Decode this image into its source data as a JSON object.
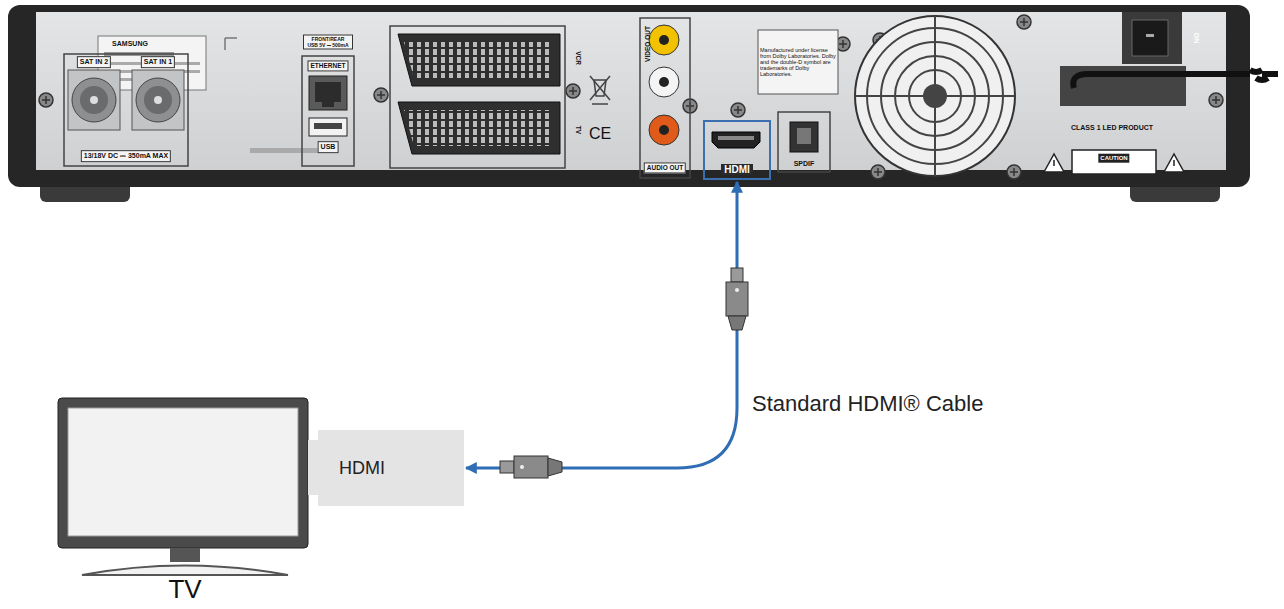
{
  "diagram": {
    "nodes": [
      {
        "text": [
          "HDMI"
        ]
      },
      {
        "text": [
          "HDMI"
        ]
      }
    ],
    "edges": [
      {
        "from": 0,
        "to": 1,
        "arrow": "both",
        "label": "Standard HDMI® Cable"
      }
    ],
    "labels": [
      "SAMSUNG",
      "SAT IN 2",
      "SAT IN 1",
      "13/18V DC ⎓ 350mA MAX",
      "FRONT/REAR USB 5V ⎓ 500mA",
      "ETHERNET",
      "USB",
      "VCR",
      "TV",
      "CE",
      "VIDEO OUT",
      "AUDIO OUT",
      "Manufactured under license from Dolby Laboratories. Dolby and the double-D symbol are trademarks of Dolby Laboratories.",
      "SPDIF",
      "ON",
      "CLASS 1 LED PRODUCT",
      "CAUTION",
      "TV"
    ]
  }
}
